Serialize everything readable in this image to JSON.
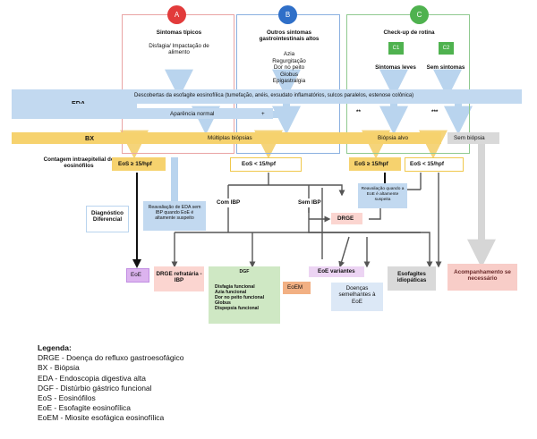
{
  "groups": {
    "a": {
      "badge": "A",
      "title": "Sintomas típicos",
      "body": "Disfagia/ Impactação de alimento",
      "color": "#e23b3b"
    },
    "b": {
      "badge": "B",
      "title": "Outros sintomas gastrointestinais altos",
      "items": [
        "Azia",
        "Regurgitação",
        "Dor no peito",
        "Globus",
        "Epigastralgia"
      ],
      "color": "#2f6fc8"
    },
    "c": {
      "badge": "C",
      "title": "Check-up de rotina",
      "c1": "C1",
      "c2": "C2",
      "c1_label": "Sintomas leves",
      "c2_label": "Sem sintomas",
      "color": "#4fb24f"
    }
  },
  "eda": {
    "label": "EDA",
    "findings": "Descobertas da esofagite eosinofílica (tumefação, anéis, exsudato inflamatórios, sulcos paralelos, estenose colônica)",
    "normal": "Aparência normal",
    "plus": "+",
    "star2": "**",
    "star3": "***"
  },
  "bx": {
    "label": "BX",
    "multi": "Múltiplas biópsias",
    "targeted": "Biópsia alvo",
    "none": "Sem biópsia"
  },
  "count": {
    "label": "Contagem intraepitelial de eosinófilos",
    "ge15a": "EoS ≥ 15/hpf",
    "lt15a": "EoS < 15/hpf",
    "ge15b": "EoS ≥ 15/hpf",
    "lt15b": "EoS < 15/hpf"
  },
  "nodes": {
    "diag": "Diagnóstico Diferencial",
    "reval1": "Reavaliação de EDA sem IBP quando EoE é altamente suspeito",
    "com_ibp": "Com IBP",
    "sem_ibp": "Sem IBP",
    "reval2": "Reavaliação quando a EoE é altamente suspeita",
    "drge": "DRGE",
    "eoe": "EoE",
    "drge_ref": "DRGE refratária -IBP",
    "dgf_title": "DGF",
    "dgf_items": [
      "Disfagia funcional",
      "Azia funcional",
      "Dor no peito funcional",
      "Globus",
      "Dispepsia funcional"
    ],
    "eoem": "EoEM",
    "eoe_var": "EoE variantes",
    "doencas": "Doenças semelhantes à EoE",
    "esof": "Esofagites idiopáticas",
    "acomp": "Acompanhamento se necessário"
  },
  "legend": {
    "title": "Legenda:",
    "items": [
      "DRGE - Doença do refluxo gastroesofágico",
      "BX - Biópsia",
      "EDA - Endoscopia digestiva alta",
      "DGF - Distúrbio gástrico funcional",
      "EoS - Eosinófilos",
      "EoE - Esofagite eosinofílica",
      "EoEM - Miosite esofágica eosinofílica"
    ]
  }
}
